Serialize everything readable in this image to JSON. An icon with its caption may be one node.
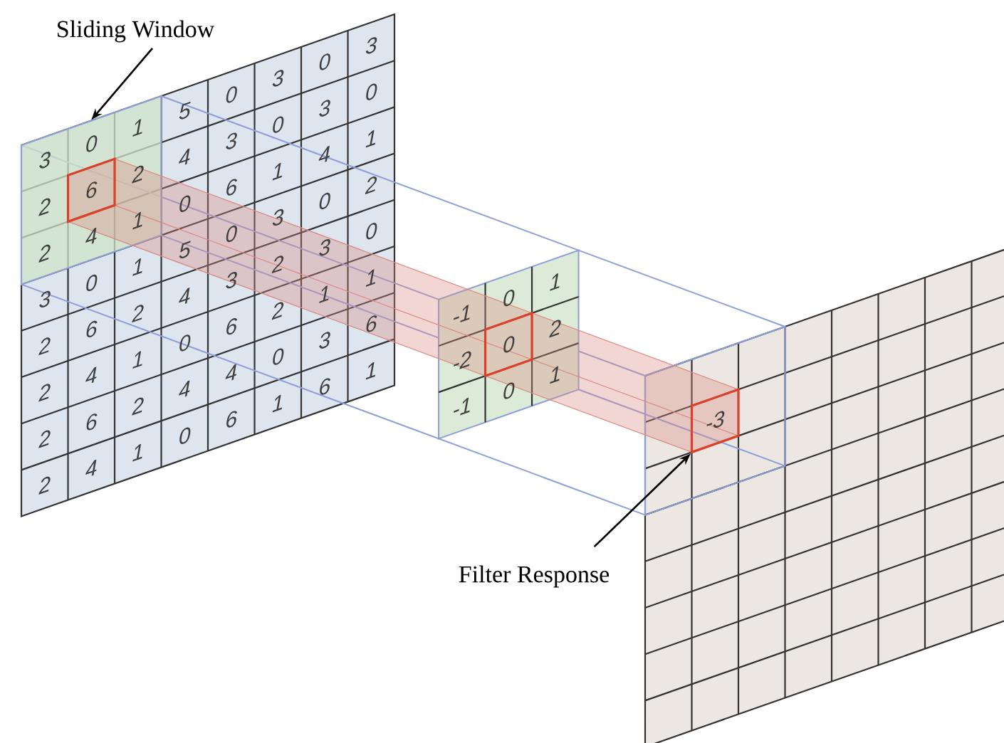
{
  "diagram": {
    "nodes": [
      {
        "text": [
          "Sliding Window"
        ]
      },
      {
        "text": [],
        "shape": "box"
      },
      {
        "text": [
          "-3"
        ]
      },
      {
        "text": [
          "Filter Response"
        ]
      }
    ],
    "edges": [
      {
        "from": 0,
        "to": 1,
        "arrow": "to"
      },
      {
        "from": 3,
        "to": 2,
        "arrow": "to"
      }
    ],
    "labels": [
      "3",
      "0",
      "1",
      "5",
      "0",
      "3",
      "0",
      "3",
      "2",
      "6",
      "2",
      "4",
      "3",
      "0",
      "3",
      "0",
      "2",
      "4",
      "1",
      "0",
      "6",
      "1",
      "4",
      "1",
      "3",
      "0",
      "1",
      "5",
      "0",
      "3",
      "0",
      "2",
      "2",
      "6",
      "2",
      "4",
      "3",
      "2",
      "3",
      "0",
      "2",
      "4",
      "1",
      "0",
      "6",
      "2",
      "1",
      "1",
      "2",
      "6",
      "2",
      "4",
      "4",
      "0",
      "3",
      "6",
      "2",
      "4",
      "1",
      "0",
      "6",
      "1",
      "6",
      "1",
      "-1",
      "0",
      "1",
      "-2",
      "0",
      "2",
      "-1",
      "0",
      "1"
    ]
  }
}
